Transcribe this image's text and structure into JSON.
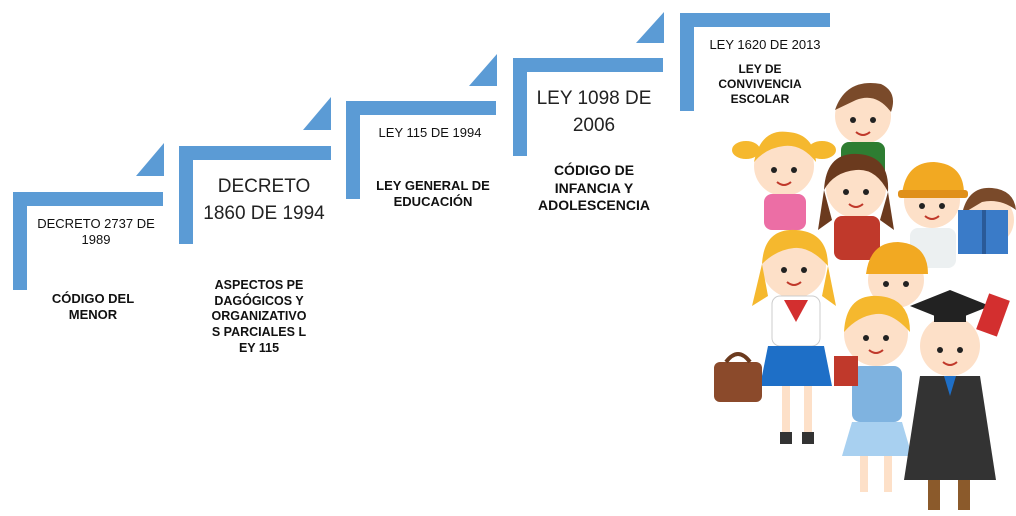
{
  "colors": {
    "step_blue": "#5b9bd5",
    "accent_blue": "#4a90e2"
  },
  "steps": [
    {
      "law": "DECRETO 2737 DE 1989",
      "description": "CÓDIGO DEL MENOR"
    },
    {
      "law": "DECRETO 1860 DE 1994",
      "description": "ASPECTOS PEDAGÓGICOS Y ORGANIZATIVOS PARCIALES LEY 115"
    },
    {
      "law": "LEY 115 DE 1994",
      "description": "LEY GENERAL DE EDUCACIÓN"
    },
    {
      "law": "LEY 1098 DE 2006",
      "description": "CÓDIGO DE INFANCIA Y ADOLESCENCIA"
    },
    {
      "law": "LEY 1620 DE 2013",
      "description": "LEY DE CONVIVENCIA ESCOLAR"
    }
  ],
  "illustration": {
    "icon": "schoolchildren-group-icon"
  }
}
